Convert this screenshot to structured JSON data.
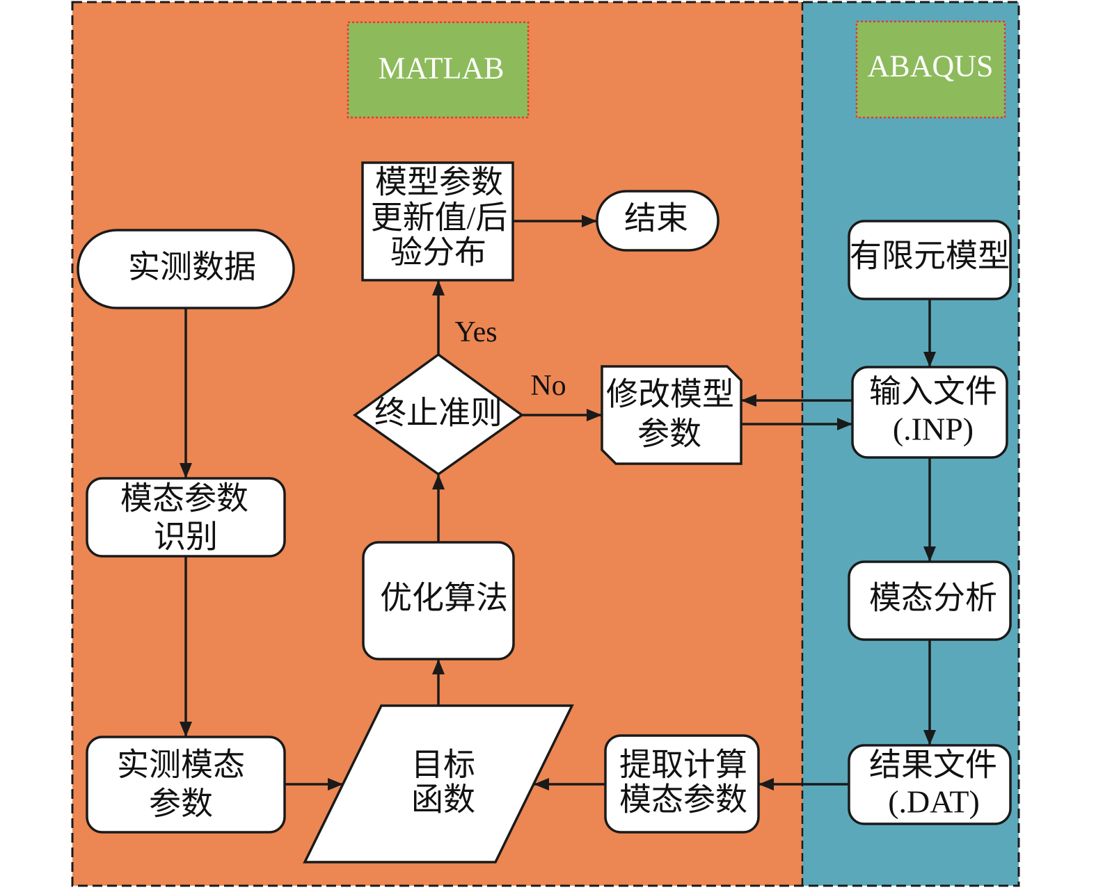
{
  "colors": {
    "matlab_panel": "#EC8652",
    "abaqus_panel": "#5BA8BB",
    "label_box": "#8DBB5C",
    "node_fill": "#FFFFFF"
  },
  "panels": {
    "matlab": {
      "label": "MATLAB"
    },
    "abaqus": {
      "label": "ABAQUS"
    }
  },
  "nodes": {
    "measured_data": [
      "实测数据"
    ],
    "modal_identification": [
      "模态参数",
      "识别"
    ],
    "measured_modal_params": [
      "实测模态",
      "参数"
    ],
    "objective_function": [
      "目标",
      "函数"
    ],
    "optimization": [
      "优化算法"
    ],
    "termination": [
      "终止准则"
    ],
    "update_values": [
      "模型参数",
      "更新值/后",
      "验分布"
    ],
    "end": [
      "结束"
    ],
    "modify_params": [
      "修改模型",
      "参数"
    ],
    "extract_modal_params": [
      "提取计算",
      "模态参数"
    ],
    "fe_model": [
      "有限元模型"
    ],
    "input_file": [
      "输入文件",
      "(.INP)"
    ],
    "modal_analysis": [
      "模态分析"
    ],
    "result_file": [
      "结果文件",
      "(.DAT)"
    ]
  },
  "edge_labels": {
    "yes": "Yes",
    "no": "No"
  }
}
